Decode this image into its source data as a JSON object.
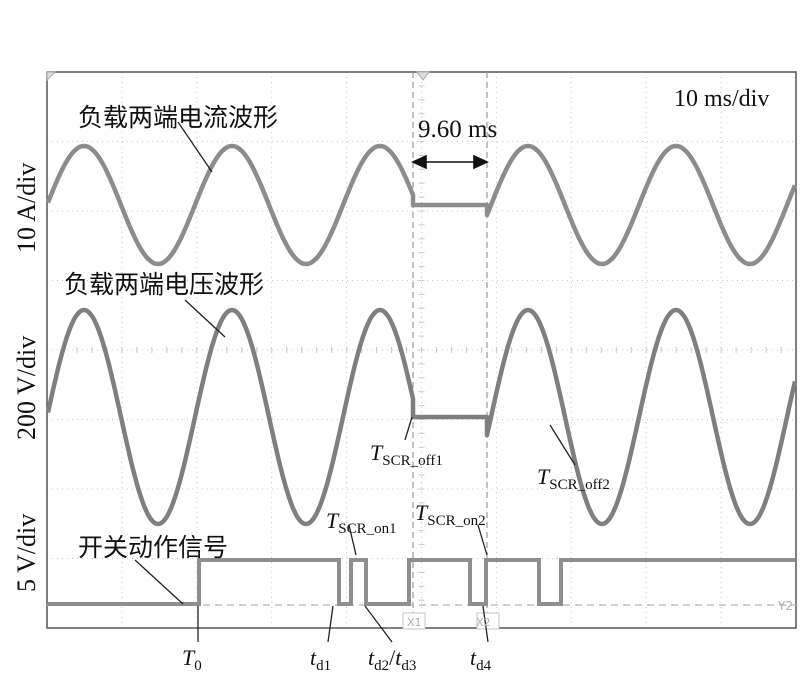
{
  "chart_data": {
    "type": "line",
    "title": "",
    "timebase": "10 ms/div",
    "measurement": "9.60 ms",
    "channels": [
      {
        "name": "负载两端电流波形",
        "scale": "10 A/div",
        "waveform": "sine",
        "cycles_before_gap": 2.5,
        "flat_during_gap": true,
        "gap_ms": 9.6
      },
      {
        "name": "负载两端电压波形",
        "scale": "200 V/div",
        "waveform": "sine",
        "cycles_before_gap": 2.5,
        "flat_during_gap": true,
        "gap_ms": 9.6
      },
      {
        "name": "开关动作信号",
        "scale": "5 V/div",
        "waveform": "digital",
        "levels": [
          "low",
          "high"
        ]
      }
    ],
    "annotations": {
      "T_SCR_off1": {
        "main": "T",
        "sub": "SCR_off1"
      },
      "T_SCR_off2": {
        "main": "T",
        "sub": "SCR_off2"
      },
      "T_SCR_on1": {
        "main": "T",
        "sub": "SCR_on1"
      },
      "T_SCR_on2": {
        "main": "T",
        "sub": "SCR_on2"
      },
      "T0": {
        "main": "T",
        "sub": "0"
      },
      "td1": {
        "main": "t",
        "sub": "d1"
      },
      "td23": {
        "a_main": "t",
        "a_sub": "d2",
        "sep": "/",
        "b_main": "t",
        "b_sub": "d3"
      },
      "td4": {
        "main": "t",
        "sub": "d4"
      }
    },
    "cursor_labels": {
      "x1": "X1",
      "x2": "X2",
      "y2": "Y2"
    },
    "grid": true,
    "colors": {
      "trace": "#8c8c8c",
      "grid": "#c8c8c8",
      "frame": "#555555",
      "text": "#111111"
    }
  }
}
